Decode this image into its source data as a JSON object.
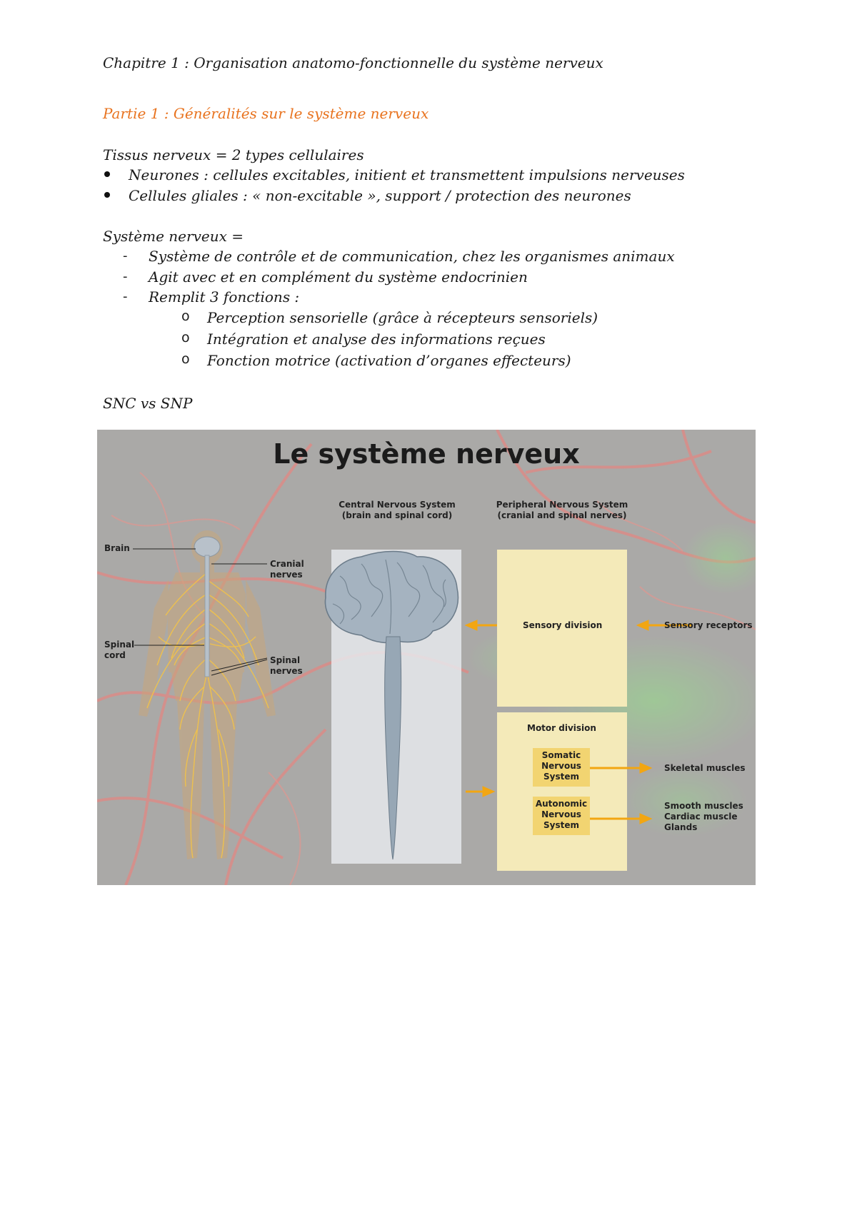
{
  "chapter_title": "Chapitre 1 : Organisation anatomo-fonctionnelle du système nerveux",
  "part_title": "Partie 1 : Généralités sur le système nerveux",
  "tissues": {
    "heading": "Tissus nerveux = 2 types cellulaires",
    "items": [
      "Neurones : cellules excitables, initient et transmettent impulsions nerveuses",
      "Cellules gliales : « non-excitable », support / protection des neurones"
    ]
  },
  "system": {
    "heading": "Système nerveux =",
    "items": [
      "Système de contrôle et de communication, chez les organismes animaux",
      "Agit avec et en complément du système endocrinien",
      "Remplit 3 fonctions :"
    ],
    "functions": [
      "Perception sensorielle (grâce à récepteurs sensoriels)",
      "Intégration et analyse des informations reçues",
      "Fonction motrice (activation d’organes effecteurs)"
    ],
    "sub_marker": "o",
    "dash_marker": "-"
  },
  "section_label": "SNC vs SNP",
  "figure": {
    "title": "Le système nerveux",
    "body_labels": {
      "brain": "Brain",
      "cranial_nerves": "Cranial\nnerves",
      "spinal_cord": "Spinal\ncord",
      "spinal_nerves": "Spinal\nnerves"
    },
    "cns_header": "Central Nervous System\n(brain and spinal cord)",
    "pns_header": "Peripheral Nervous System\n(cranial and spinal nerves)",
    "sensory_division": "Sensory division",
    "sensory_receptors": "Sensory receptors",
    "motor_division": "Motor division",
    "somatic": "Somatic\nNervous\nSystem",
    "autonomic": "Autonomic\nNervous\nSystem",
    "skeletal_muscles": "Skeletal muscles",
    "autonomic_targets": "Smooth muscles\nCardiac muscle\nGlands",
    "colors": {
      "arrow": "#f2a612",
      "panel_yellow": "#f4eab9",
      "box_yellow": "#f2d471",
      "nerve_yellow": "#f1c24a",
      "neuron_red": "#d9453b",
      "neuron_green": "#4fbf4a"
    }
  }
}
